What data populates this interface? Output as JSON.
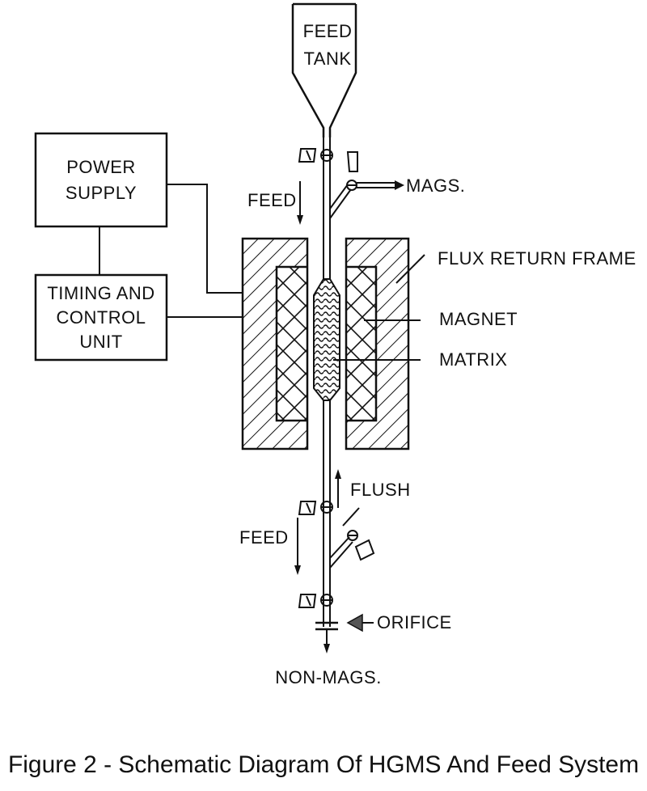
{
  "labels": {
    "feed_tank_line1": "FEED",
    "feed_tank_line2": "TANK",
    "power_line1": "POWER",
    "power_line2": "SUPPLY",
    "timing_line1": "TIMING AND",
    "timing_line2": "CONTROL",
    "timing_line3": "UNIT",
    "feed_top": "FEED",
    "mags": "MAGS.",
    "flux_return_frame": "FLUX RETURN FRAME",
    "magnet": "MAGNET",
    "matrix": "MATRIX",
    "flush": "FLUSH",
    "feed_bottom": "FEED",
    "orifice": "ORIFICE",
    "non_mags": "NON-MAGS."
  },
  "caption": "Figure 2 - Schematic Diagram Of HGMS And Feed System"
}
